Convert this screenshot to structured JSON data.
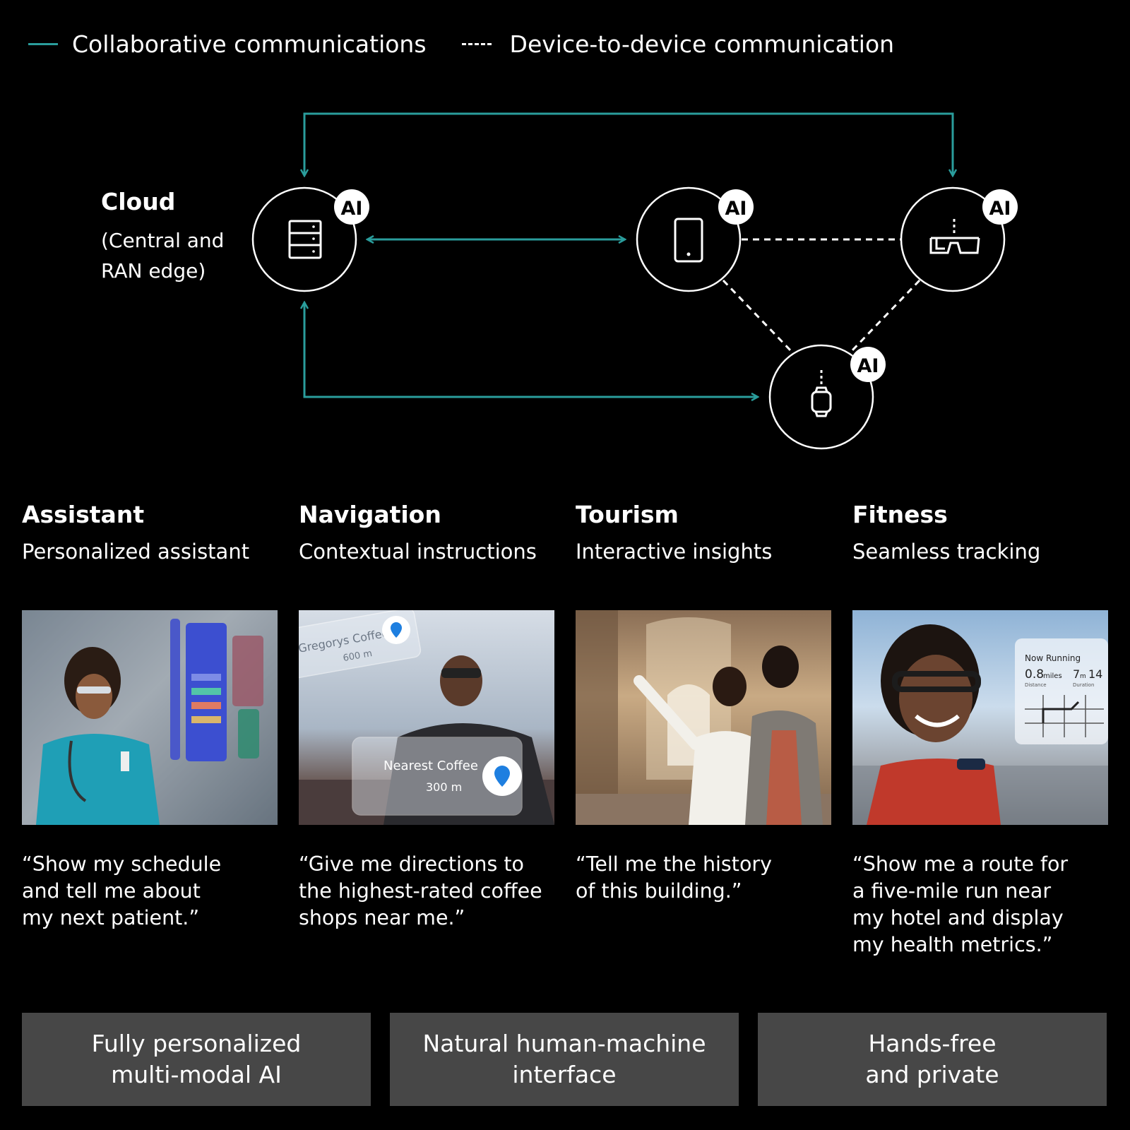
{
  "legend": {
    "collaborative": "Collaborative communications",
    "device_to_device": "Device-to-device communication"
  },
  "colors": {
    "teal": "#2a9d9c",
    "box_bg": "#474747"
  },
  "cloud": {
    "title": "Cloud",
    "sub1": "(Central and",
    "sub2": "RAN edge)"
  },
  "nodes": [
    {
      "id": "cloud",
      "icon": "server-icon",
      "badge": "AI"
    },
    {
      "id": "phone",
      "icon": "smartphone-icon",
      "badge": "AI"
    },
    {
      "id": "glasses",
      "icon": "smart-glasses-icon",
      "badge": "AI"
    },
    {
      "id": "watch",
      "icon": "smartwatch-icon",
      "badge": "AI"
    }
  ],
  "use_cases": [
    {
      "title": "Assistant",
      "subtitle": "Personalized assistant",
      "quote": [
        "“Show my schedule",
        "and tell me about",
        "my next patient.”"
      ]
    },
    {
      "title": "Navigation",
      "subtitle": "Contextual instructions",
      "quote": [
        "“Give me directions to",
        "the highest-rated coffee",
        "shops near me.”"
      ],
      "image_text": {
        "cafe1": "Gregorys Coffee",
        "dist1": "600 m",
        "cafe2": "Nearest Coffee",
        "dist2": "300 m"
      }
    },
    {
      "title": "Tourism",
      "subtitle": "Interactive insights",
      "quote": [
        "“Tell me the history",
        "of this building.”"
      ]
    },
    {
      "title": "Fitness",
      "subtitle": "Seamless tracking",
      "quote": [
        "“Show me a route for",
        "a five-mile run near",
        "my hotel and display",
        "my health metrics.”"
      ],
      "image_text": {
        "status": "Now Running",
        "distance": "0.8",
        "distance_unit": "miles",
        "distance_label": "Distance",
        "duration_min": "7",
        "duration_sec": "14",
        "duration_label": "Duration"
      }
    }
  ],
  "benefits": [
    [
      "Fully personalized",
      "multi-modal AI"
    ],
    [
      "Natural human-machine",
      "interface"
    ],
    [
      "Hands-free",
      "and private"
    ]
  ]
}
